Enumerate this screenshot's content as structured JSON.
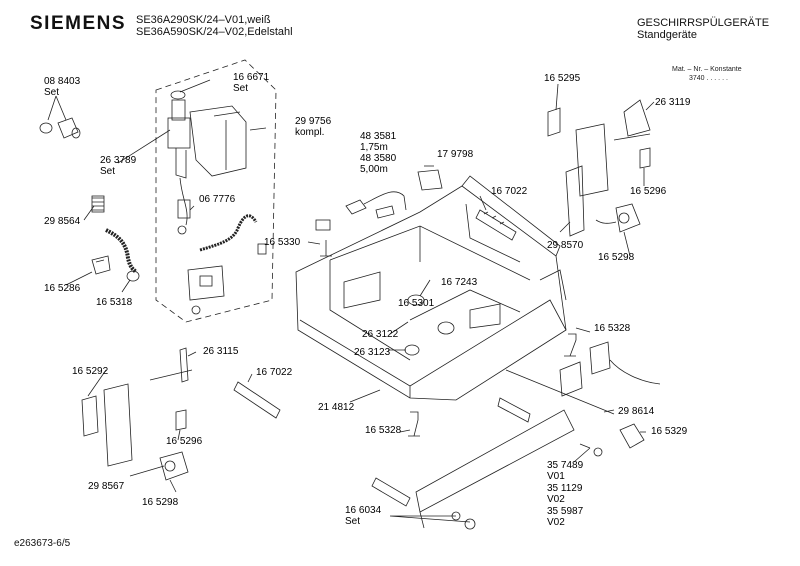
{
  "header": {
    "brand": "SIEMENS",
    "model_line_1": "SE36A290SK/24–V01,weiß",
    "model_line_2": "SE36A590SK/24–V02,Edelstahl",
    "category_line_1": "GESCHIRRSPÜLGERÄTE",
    "category_line_2": "Standgeräte",
    "mat_header": "Mat. – Nr. – Konstante",
    "mat_value": "3740 . . . . . ."
  },
  "footer": {
    "drawing_id": "e263673-6/5"
  },
  "parts": {
    "p088403": "08 8403",
    "p088403_note": "Set",
    "p166671": "16 6671",
    "p166671_note": "Set",
    "p299756": "29 9756",
    "p299756_note": "kompl.",
    "p263789": "26 3789",
    "p263789_note": "Set",
    "p067776": "06 7776",
    "p298564": "29 8564",
    "p165286": "16 5286",
    "p165318": "16 5318",
    "p483581": "48 3581",
    "p483581_note": "1,75m",
    "p483580": "48 3580",
    "p483580_note": "5,00m",
    "p179798": "17 9798",
    "p165330": "16 5330",
    "p167022a": "16 7022",
    "p165295": "16 5295",
    "p263119": "26 3119",
    "p165296a": "16 5296",
    "p298570": "29 8570",
    "p165298a": "16 5298",
    "p167243": "16 7243",
    "p165301": "16 5301",
    "p263122": "26 3122",
    "p263123": "26 3123",
    "p165328a": "16 5328",
    "p165292": "16 5292",
    "p263115": "26 3115",
    "p167022b": "16 7022",
    "p165296b": "16 5296",
    "p298567": "29 8567",
    "p165298b": "16 5298",
    "p214812": "21 4812",
    "p165328b": "16 5328",
    "p298614": "29 8614",
    "p165329": "16 5329",
    "p357489": "35 7489",
    "p357489_note": "V01",
    "p351129": "35 1129",
    "p351129_note": "V02",
    "p355987": "35 5987",
    "p355987_note": "V02",
    "p166034": "16 6034",
    "p166034_note": "Set"
  }
}
